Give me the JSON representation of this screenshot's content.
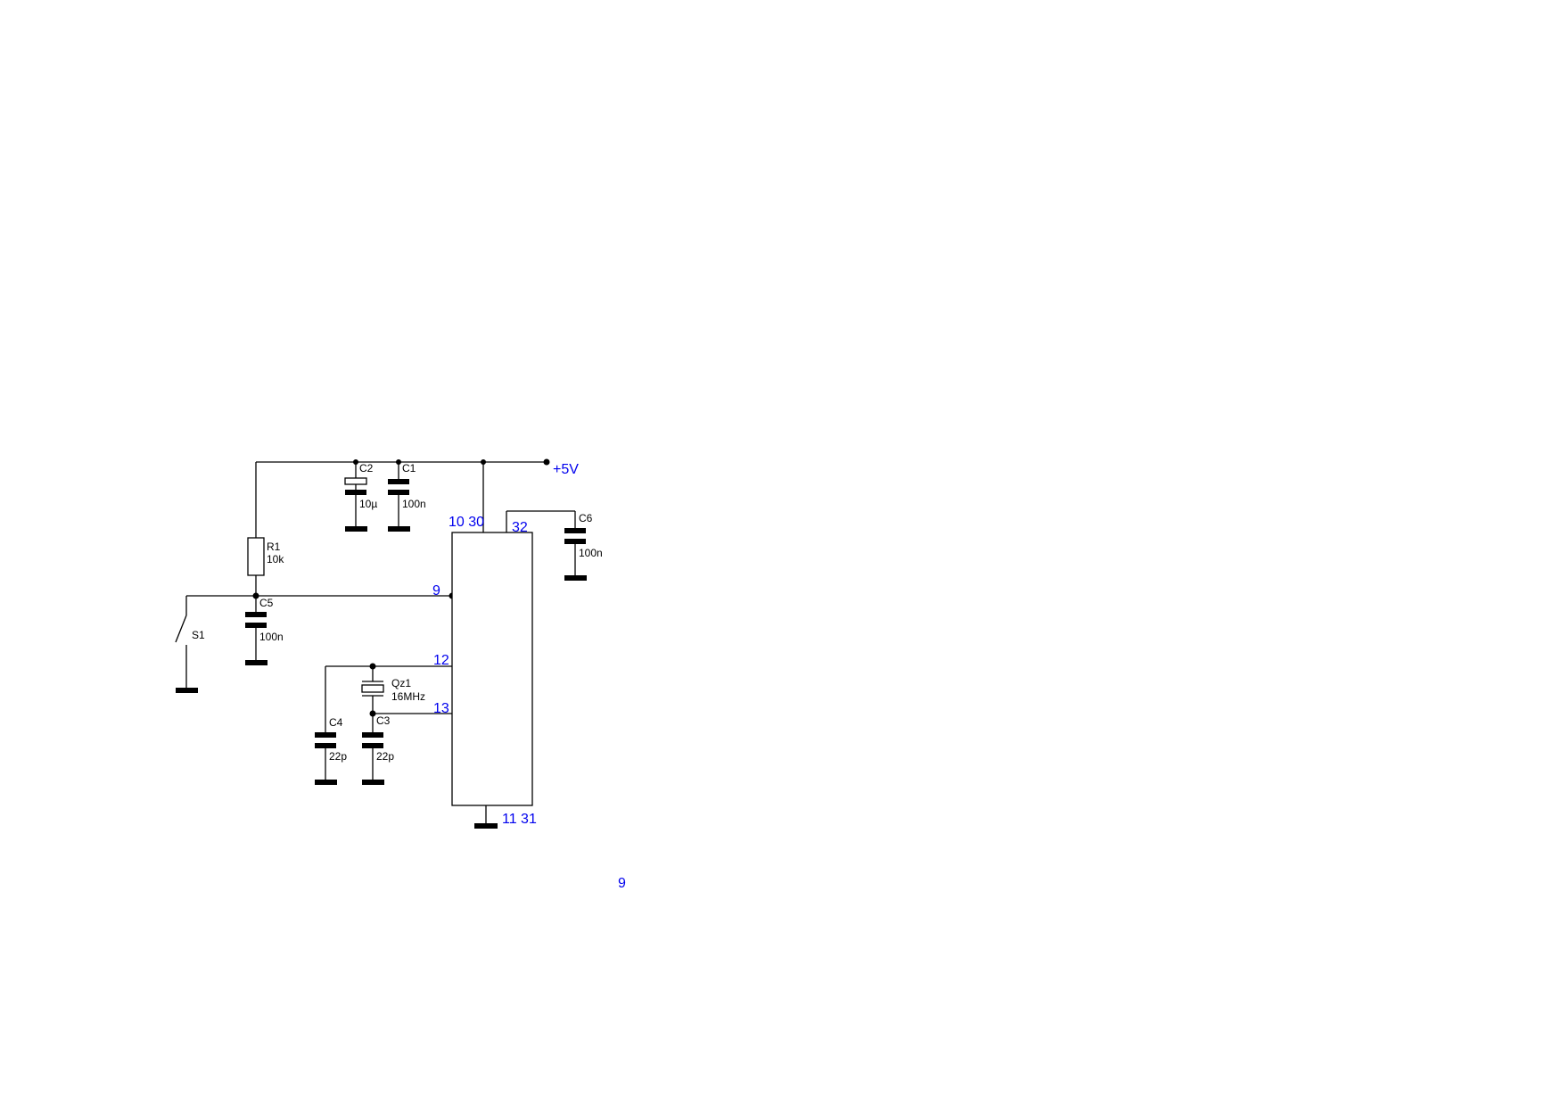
{
  "supply": {
    "label": "+5V",
    "color": "#0000ee"
  },
  "components": {
    "c1": {
      "ref": "C1",
      "value": "100n"
    },
    "c2": {
      "ref": "C2",
      "value": "10µ"
    },
    "c3": {
      "ref": "C3",
      "value": "22p"
    },
    "c4": {
      "ref": "C4",
      "value": "22p"
    },
    "c5": {
      "ref": "C5",
      "value": "100n"
    },
    "c6": {
      "ref": "C6",
      "value": "100n"
    },
    "r1": {
      "ref": "R1",
      "value": "10k"
    },
    "qz1": {
      "ref": "Qz1",
      "value": "16MHz"
    },
    "s1": {
      "ref": "S1"
    }
  },
  "pins": {
    "power": "10 30",
    "avcc": "32",
    "reset": "9",
    "xtal1": "12",
    "xtal2": "13",
    "ground": "11 31",
    "stray": "9"
  }
}
